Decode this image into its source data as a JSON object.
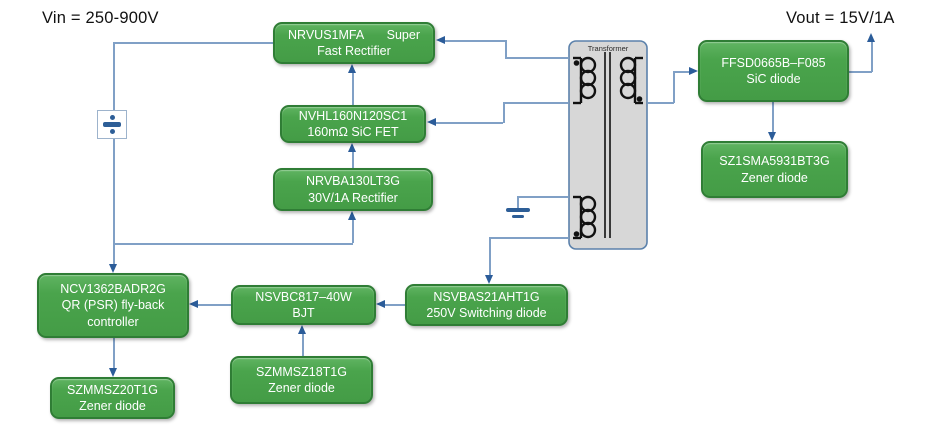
{
  "header": {
    "vin_label": "Vin = 250-900V",
    "vout_label": "Vout = 15V/1A"
  },
  "transformer": {
    "label": "Transformer"
  },
  "blocks": {
    "nrvus": {
      "part": "NRVUS1MFA",
      "tag": "Super",
      "line2": "Fast Rectifier"
    },
    "nvhl": {
      "line1": "NVHL160N120SC1",
      "line2": "160mΩ SiC FET"
    },
    "nrvba": {
      "line1": "NRVBA130LT3G",
      "line2": "30V/1A Rectifier"
    },
    "ffsd": {
      "line1": "FFSD0665B–F085",
      "line2": "SiC diode"
    },
    "sz1sma": {
      "line1": "SZ1SMA5931BT3G",
      "line2": "Zener diode"
    },
    "ncv": {
      "line1": "NCV1362BADR2G",
      "line2": "QR (PSR) fly-back",
      "line3": "controller"
    },
    "nsvbc": {
      "line1": "NSVBC817–40W",
      "line2": "BJT"
    },
    "nsvbas": {
      "line1": "NSVBAS21AHT1G",
      "line2": "250V Switching diode"
    },
    "szmmsz18": {
      "line1": "SZMMSZ18T1G",
      "line2": "Zener diode"
    },
    "szmmsz20": {
      "line1": "SZMMSZ20T1G",
      "line2": "Zener diode"
    }
  },
  "colors": {
    "block_fill": "#4aa44c",
    "block_border": "#2f7d35",
    "block_text": "#ffffff",
    "wire": "#80a0c6",
    "arrow": "#2b5c99",
    "symbol_blue": "#2d5e97",
    "transformer_fill": "#d7d7d7",
    "transformer_border": "#5b81ab"
  }
}
